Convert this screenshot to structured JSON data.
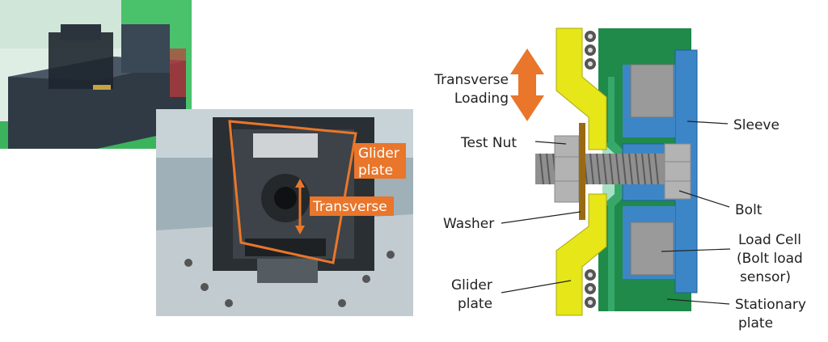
{
  "photo_labels": {
    "glider_plate_line1": "Glider",
    "glider_plate_line2": "plate",
    "transverse": "Transverse"
  },
  "diagram_labels": {
    "transverse_loading_line1": "Transverse",
    "transverse_loading_line2": "Loading",
    "test_nut": "Test Nut",
    "washer": "Washer",
    "glider_plate_line1": "Glider",
    "glider_plate_line2": "plate",
    "sleeve": "Sleeve",
    "bolt": "Bolt",
    "load_cell_line1": "Load Cell",
    "load_cell_line2": "(Bolt load",
    "load_cell_line3": "sensor)",
    "stationary_plate_line1": "Stationary",
    "stationary_plate_line2": "plate"
  },
  "colors": {
    "accent_orange": "#e9762b",
    "glider_yellow": "#e6e619",
    "stationary_green": "#1f8a4a",
    "sleeve_blue": "#3c86c8",
    "load_cell_gray": "#9a9a9a",
    "bolt_gray": "#b3b3b3"
  }
}
